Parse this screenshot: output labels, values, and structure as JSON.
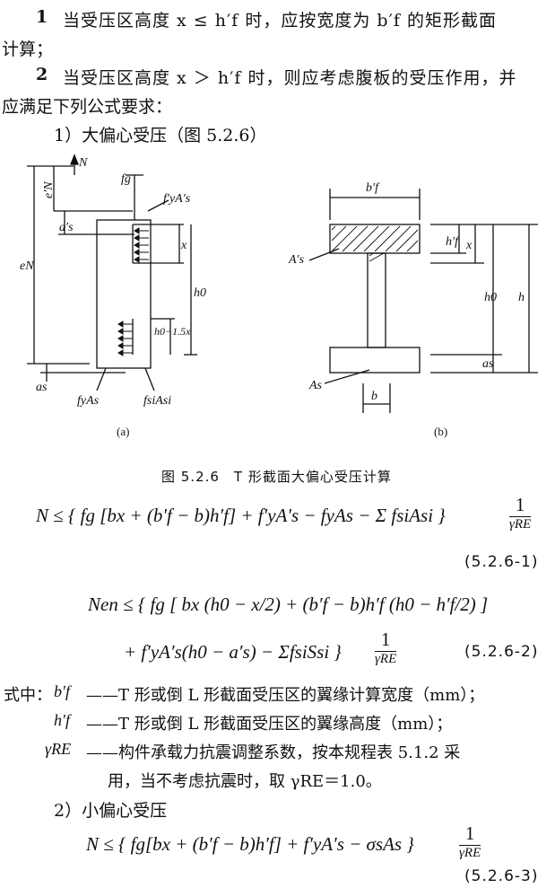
{
  "page": {
    "clause1": {
      "num": "1",
      "line1": "当受压区高度 x ≤ h′f 时，应按宽度为 b′f 的矩形截面",
      "line2": "计算；"
    },
    "clause2": {
      "num": "2",
      "line1": "当受压区高度 x ＞ h′f 时，则应考虑腹板的受压作用，并",
      "line2": "应满足下列公式要求："
    },
    "sub1_heading": "1）大偏心受压（图 5.2.6）",
    "figure": {
      "caption": "图 5.2.6　T 形截面大偏心受压计算",
      "label_a": "(a)",
      "label_b": "(b)",
      "labels_a": {
        "N": "N",
        "fg": "fg",
        "eN_prime": "e′N",
        "a_prime": "a′s",
        "fyAs_prime": "f′yA′s",
        "eN": "eN",
        "x": "x",
        "h0": "h0",
        "h0_15x": "h0−1.5x",
        "as": "as",
        "fyAs": "fyAs",
        "fsiAsi": "fsiAsi"
      },
      "labels_b": {
        "bf": "b′f",
        "As_prime": "A′s",
        "hf": "h′f",
        "x": "x",
        "h0": "h0",
        "h": "h",
        "as": "as",
        "As": "As",
        "b": "b"
      }
    },
    "eq1": {
      "text": "N ≤ { fg [bx + (b′f − b)h′f] + f′yA′s − fyAs − Σ fsiAsi }",
      "frac_num": "1",
      "frac_den": "γRE",
      "number": "(5.2.6-1)"
    },
    "eq2": {
      "line1": "Nen ≤ { fg [ bx (h0 − x/2) + (b′f − b)h′f (h0 − h′f/2) ]",
      "line2": "+ f′yA′s(h0 − a′s) − ΣfsiSsi }",
      "frac_num": "1",
      "frac_den": "γRE",
      "number": "(5.2.6-2)"
    },
    "defs": {
      "intro": "式中：",
      "d1_sym": "b′f",
      "d1_text": "——T 形或倒 L 形截面受压区的翼缘计算宽度（mm）；",
      "d2_sym": "h′f",
      "d2_text": "——T 形或倒 L 形截面受压区的翼缘高度（mm）；",
      "d3_sym": "γRE",
      "d3_text1": "——构件承载力抗震调整系数，按本规程表 5.1.2 采",
      "d3_text2": "用，当不考虑抗震时，取 γRE＝1.0。"
    },
    "sub2_heading": "2）小偏心受压",
    "eq3": {
      "text": "N ≤ { fg[bx + (b′f − b)h′f] + f′yA′s − σsAs }",
      "frac_num": "1",
      "frac_den": "γRE",
      "number": "(5.2.6-3)"
    }
  }
}
